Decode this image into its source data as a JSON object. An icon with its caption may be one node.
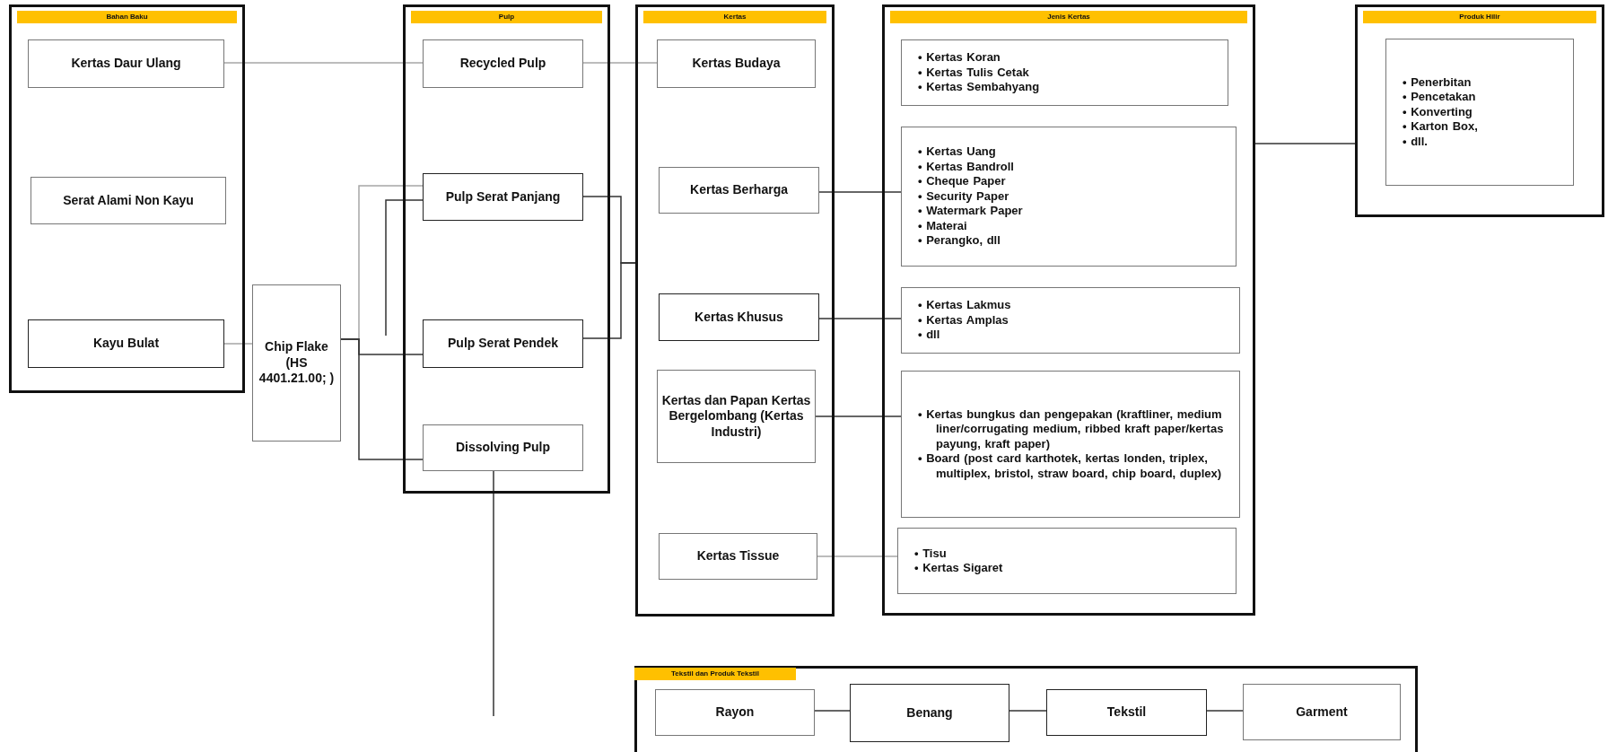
{
  "diagram": {
    "nodes": [
      {
        "text": [
          "Bahan Baku"
        ]
      },
      {
        "text": [
          "Kertas Daur Ulang"
        ],
        "in": 0
      },
      {
        "text": [
          "Serat Alami Non Kayu"
        ],
        "in": 0
      },
      {
        "text": [
          "Kayu Bulat"
        ],
        "in": 0
      },
      {
        "text": [
          "Chip Flake (HS 4401.21.00; )"
        ]
      },
      {
        "text": [
          "Pulp"
        ]
      },
      {
        "text": [
          "Recycled Pulp"
        ],
        "in": 5
      },
      {
        "text": [
          "Pulp Serat Panjang"
        ],
        "in": 5
      },
      {
        "text": [
          "Pulp Serat Pendek"
        ],
        "in": 5
      },
      {
        "text": [
          "Dissolving Pulp"
        ],
        "in": 5
      },
      {
        "text": [
          "Kertas"
        ]
      },
      {
        "text": [
          "Kertas Budaya"
        ],
        "in": 10
      },
      {
        "text": [
          "Kertas Berharga"
        ],
        "in": 10
      },
      {
        "text": [
          "Kertas Khusus"
        ],
        "in": 10
      },
      {
        "text": [
          "Kertas dan Papan Kertas Bergelombang (Kertas Industri)"
        ],
        "in": 10
      },
      {
        "text": [
          "Kertas Tissue"
        ],
        "in": 10
      },
      {
        "text": [
          "Jenis Kertas"
        ]
      },
      {
        "text": [
          "• Kertas Koran",
          "• Kertas Tulis Cetak",
          "• Kertas Sembahyang"
        ],
        "in": 16
      },
      {
        "text": [
          "• Kertas Uang",
          "• Kertas Bandroll",
          "• Cheque Paper",
          "• Security Paper",
          "• Watermark Paper",
          "• Materai",
          "• Perangko, dll"
        ],
        "in": 16
      },
      {
        "text": [
          "• Kertas Lakmus",
          "• Kertas Amplas",
          "• dll"
        ],
        "in": 16
      },
      {
        "text": [
          "• Kertas bungkus dan pengepakan (kraftliner, medium liner/corrugating medium, ribbed kraft paper/kertas payung, kraft paper)",
          "• Board (post card karthotek, kertas londen, triplex, multiplex, bristol, straw board, chip board, duplex)"
        ],
        "in": 16
      },
      {
        "text": [
          "• Tisu",
          "• Kertas Sigaret"
        ],
        "in": 16
      },
      {
        "text": [
          "Produk Hilir"
        ]
      },
      {
        "text": [
          "• Penerbitan",
          "• Pencetakan",
          "• Konverting",
          "• Karton Box,",
          "• dll."
        ],
        "in": 22
      },
      {
        "text": [
          "Tekstil dan Produk Tekstil"
        ]
      },
      {
        "text": [
          "Rayon"
        ],
        "in": 24
      },
      {
        "text": [
          "Benang"
        ],
        "in": 24
      },
      {
        "text": [
          "Tekstil"
        ],
        "in": 24
      },
      {
        "text": [
          "Garment"
        ],
        "in": 24
      }
    ],
    "edges": [
      {
        "from": 1,
        "to": 6,
        "arrow": "none",
        "color": "#a6a6a6"
      },
      {
        "from": 3,
        "to": 4,
        "arrow": "none",
        "color": "#a6a6a6"
      },
      {
        "from": 4,
        "to": 7,
        "arrow": "none",
        "color": "#a6a6a6"
      },
      {
        "from": 4,
        "to": 8,
        "arrow": "none"
      },
      {
        "from": 4,
        "to": 9,
        "arrow": "none"
      },
      {
        "from": null,
        "to": 7,
        "arrow": "none"
      },
      {
        "from": 6,
        "to": 11,
        "arrow": "none",
        "color": "#a6a6a6"
      },
      {
        "from": 7,
        "to": 10,
        "arrow": "none"
      },
      {
        "from": 8,
        "to": 10,
        "arrow": "none"
      },
      {
        "from": 9,
        "to": null,
        "arrow": "none"
      },
      {
        "from": 12,
        "to": 18,
        "arrow": "none"
      },
      {
        "from": 13,
        "to": 19,
        "arrow": "none"
      },
      {
        "from": 14,
        "to": 20,
        "arrow": "none"
      },
      {
        "from": 15,
        "to": 21,
        "arrow": "none",
        "color": "#a6a6a6"
      },
      {
        "from": 16,
        "to": 22,
        "arrow": "none"
      },
      {
        "from": 25,
        "to": 26,
        "arrow": "none"
      },
      {
        "from": 26,
        "to": 27,
        "arrow": "none"
      },
      {
        "from": 27,
        "to": 28,
        "arrow": "none"
      }
    ]
  }
}
